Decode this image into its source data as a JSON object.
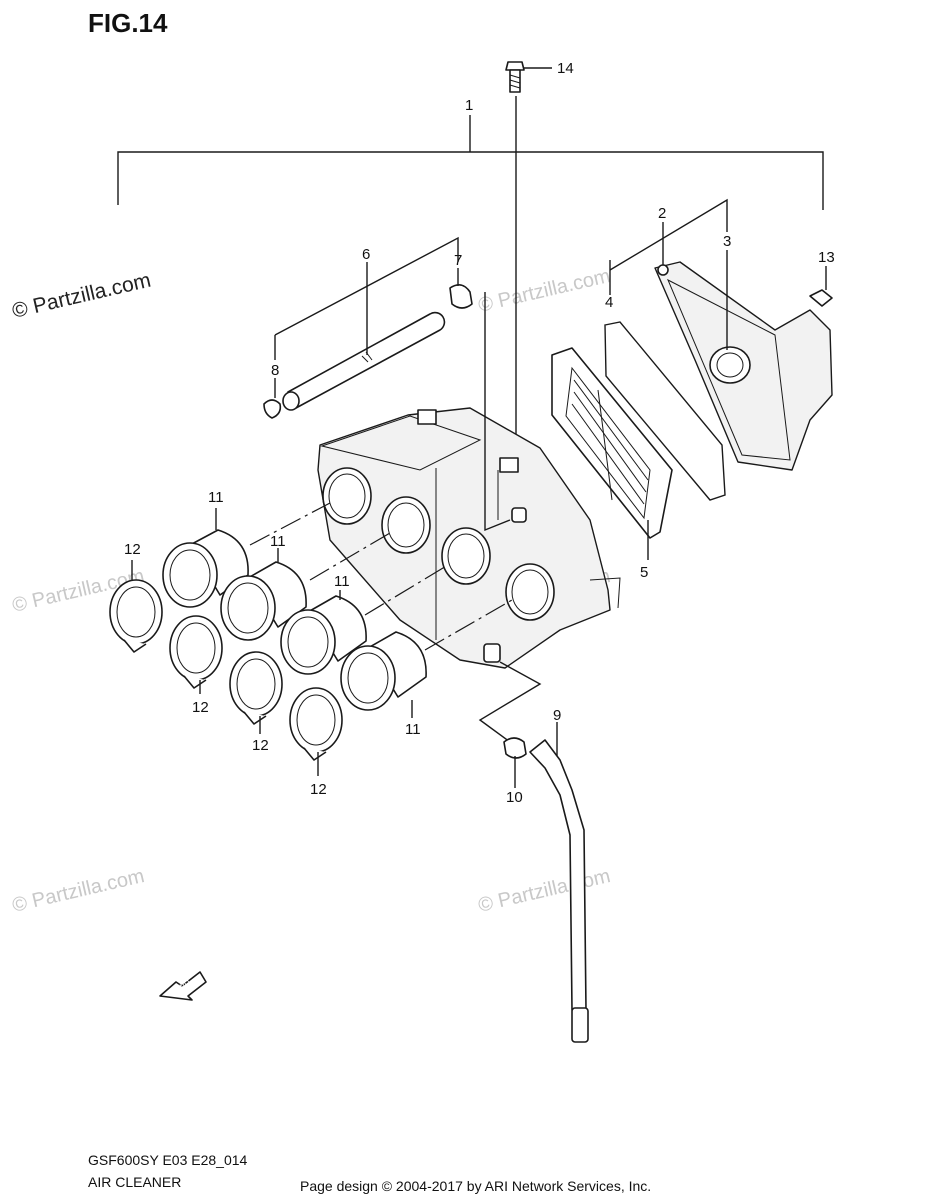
{
  "figure": {
    "title": "FIG.14"
  },
  "footer": {
    "model_code": "GSF600SY E03 E28_014",
    "section_name": "AIR CLEANER",
    "copyright": "Page design © 2004-2017 by ARI Network Services, Inc."
  },
  "watermark": {
    "text": "© Partzilla.com"
  },
  "fwd_label": "FWD",
  "callouts": {
    "c1": "1",
    "c2": "2",
    "c3": "3",
    "c4": "4",
    "c5": "5",
    "c6": "6",
    "c7": "7",
    "c8": "8",
    "c9": "9",
    "c10": "10",
    "c11": "11",
    "c12": "12",
    "c13": "13",
    "c14": "14"
  },
  "colors": {
    "line": "#1a1a1a",
    "watermark": "#c8c8c8",
    "background": "#ffffff"
  }
}
